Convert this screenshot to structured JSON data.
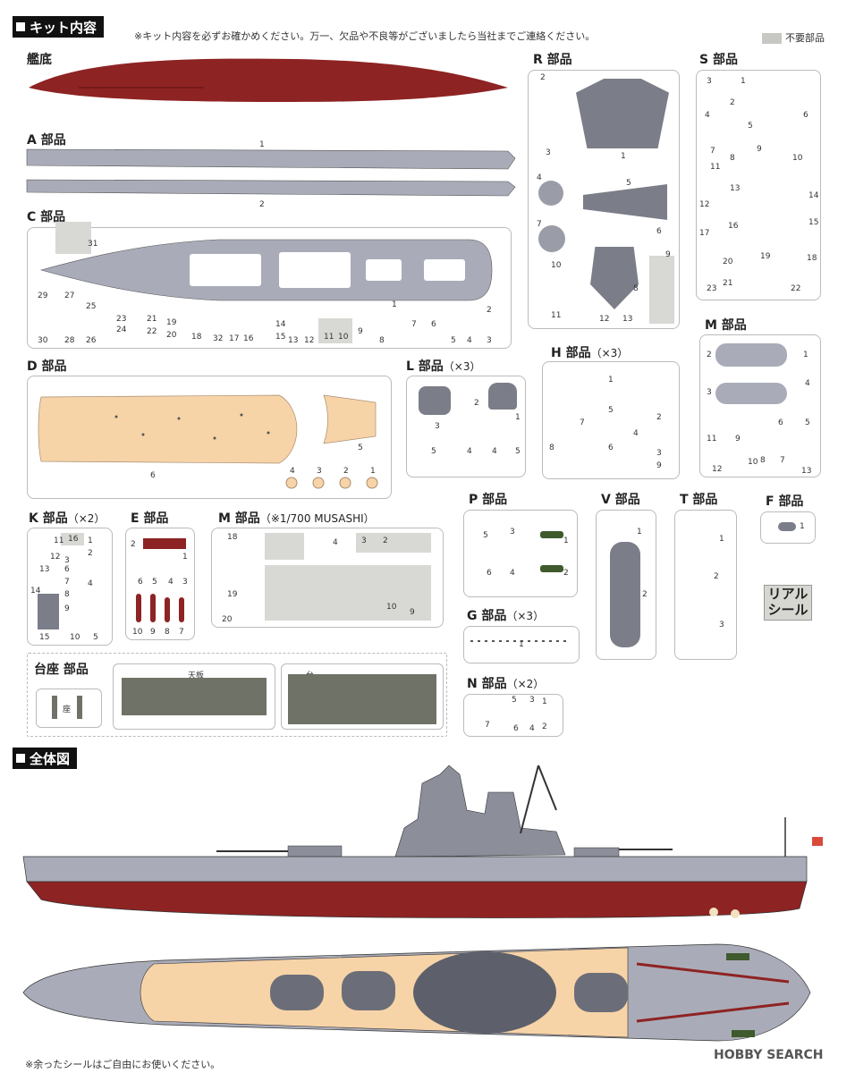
{
  "kit_contents": {
    "title": "キット内容",
    "note": "※キット内容を必ずお確かめください。万一、欠品や不良等がございましたら当社までご連絡ください。",
    "legend_unused": "不要部品"
  },
  "parts": {
    "hull": {
      "label": "艦底"
    },
    "a": {
      "label": "A 部品",
      "n1": "1",
      "n2": "2"
    },
    "c": {
      "label": "C 部品",
      "nums": [
        "29",
        "30",
        "27",
        "28",
        "25",
        "26",
        "23",
        "24",
        "21",
        "22",
        "19",
        "20",
        "18",
        "32",
        "17",
        "16",
        "14",
        "15",
        "13",
        "12",
        "11",
        "10",
        "9",
        "8",
        "7",
        "6",
        "5",
        "4",
        "3",
        "2",
        "1",
        "31"
      ]
    },
    "d": {
      "label": "D 部品",
      "nums": [
        "6",
        "5",
        "4",
        "3",
        "2",
        "1"
      ]
    },
    "l": {
      "label": "L 部品",
      "qty": "（×3）",
      "nums": [
        "3",
        "2",
        "1",
        "4",
        "5",
        "4",
        "5"
      ]
    },
    "h": {
      "label": "H 部品",
      "qty": "（×3）",
      "nums": [
        "1",
        "8",
        "7",
        "6",
        "5",
        "4",
        "3",
        "2",
        "9"
      ]
    },
    "k": {
      "label": "K 部品",
      "qty": "（×2）",
      "nums": [
        "11",
        "12",
        "13",
        "14",
        "15",
        "1",
        "2",
        "3",
        "6",
        "7",
        "8",
        "9",
        "4",
        "10",
        "5",
        "16"
      ]
    },
    "e": {
      "label": "E 部品",
      "nums": [
        "2",
        "1",
        "6",
        "5",
        "4",
        "3",
        "10",
        "9",
        "8",
        "7"
      ]
    },
    "musashi": {
      "label": "M 部品",
      "sub": "（※1/700 MUSASHI）",
      "nums": [
        "18",
        "19",
        "20",
        "4",
        "10",
        "9",
        "3",
        "2"
      ]
    },
    "r": {
      "label": "R 部品",
      "nums": [
        "2",
        "1",
        "3",
        "4",
        "5",
        "6",
        "7",
        "8",
        "9",
        "10",
        "11",
        "12",
        "13"
      ]
    },
    "s": {
      "label": "S 部品",
      "nums": [
        "1",
        "2",
        "3",
        "4",
        "5",
        "6",
        "7",
        "8",
        "9",
        "10",
        "11",
        "12",
        "13",
        "14",
        "15",
        "16",
        "17",
        "18",
        "19",
        "20",
        "21",
        "22",
        "23"
      ]
    },
    "m": {
      "label": "M 部品",
      "nums": [
        "1",
        "2",
        "3",
        "4",
        "5",
        "6",
        "7",
        "8",
        "9",
        "10",
        "11",
        "12",
        "13"
      ]
    },
    "p": {
      "label": "P 部品",
      "nums": [
        "5",
        "3",
        "1",
        "6",
        "4",
        "2"
      ]
    },
    "v": {
      "label": "V 部品",
      "nums": [
        "1",
        "2"
      ]
    },
    "t": {
      "label": "T 部品",
      "nums": [
        "1",
        "2",
        "3"
      ]
    },
    "f": {
      "label": "F 部品",
      "nums": [
        "1"
      ]
    },
    "g": {
      "label": "G 部品",
      "qty": "（×3）",
      "nums": [
        "1"
      ]
    },
    "n": {
      "label": "N 部品",
      "qty": "（×2）",
      "nums": [
        "5",
        "3",
        "1",
        "7",
        "6",
        "4",
        "2"
      ]
    },
    "stand": {
      "label": "台座 部品",
      "za": "座",
      "tenban": "天板",
      "dai": "台"
    },
    "real_seal": {
      "line1": "リアル",
      "line2": "シール"
    }
  },
  "overview": {
    "title": "全体図",
    "footnote": "※余ったシールはご自由にお使いください。",
    "watermark": "HOBBY SEARCH"
  },
  "colors": {
    "hull_red": "#8e2323",
    "deck_tan": "#f7d3a8",
    "ship_grey": "#a9acb8",
    "stand_grey": "#7b7e88",
    "unused_grey": "#c7c7c3"
  }
}
